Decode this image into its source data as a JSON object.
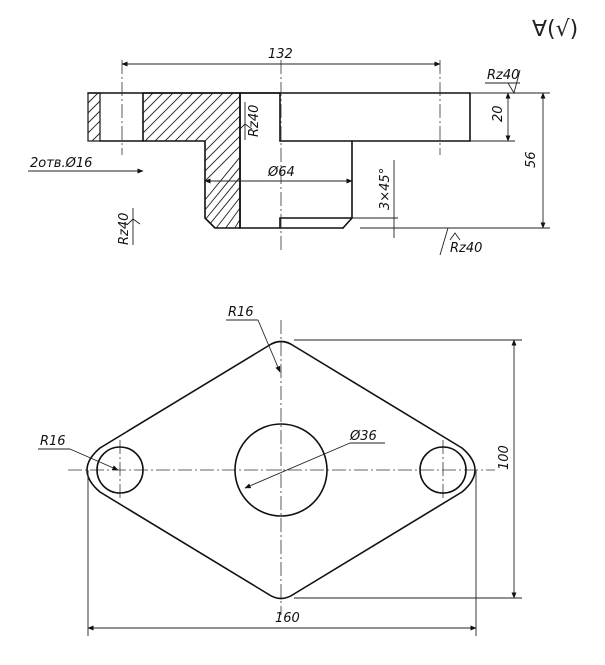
{
  "roughness_symbol": "∀(√)",
  "section_view": {
    "dim_overall_width": "132",
    "dim_flange_thickness": "20",
    "dim_total_height": "56",
    "dim_boss_diameter": "Ø64",
    "dim_chamfer": "3×45°",
    "hole_note": "2отв.Ø16",
    "roughness_top": "Rz40",
    "roughness_inner": "Rz40",
    "roughness_left": "Rz40",
    "roughness_bottom": "Rz40"
  },
  "plan_view": {
    "dim_radius_top": "R16",
    "dim_radius_left": "R16",
    "dim_center_hole": "Ø36",
    "dim_height": "100",
    "dim_length": "160"
  }
}
